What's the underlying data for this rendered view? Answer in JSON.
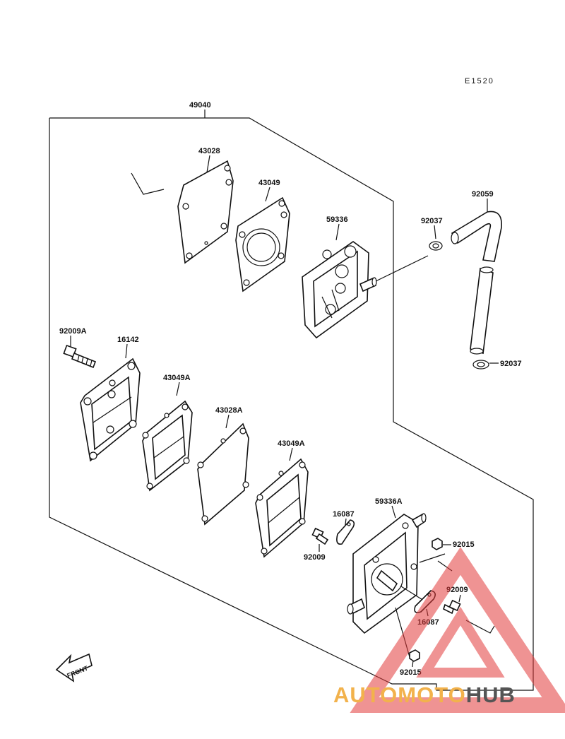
{
  "figure_code": "E1520",
  "part_labels": [
    "49040",
    "43028",
    "43049",
    "59336",
    "92037",
    "92059",
    "92009A",
    "16142",
    "43049A",
    "43028A",
    "43049A",
    "92037",
    "16087",
    "59336A",
    "92015",
    "92009",
    "92009",
    "16087",
    "92015"
  ],
  "front_label": "FRONT",
  "watermark": {
    "part1": "AUTOMOTO",
    "part2": "HUB",
    "color1": "#f2b24c",
    "color2": "#555555",
    "triangle": "#e23b3b"
  }
}
